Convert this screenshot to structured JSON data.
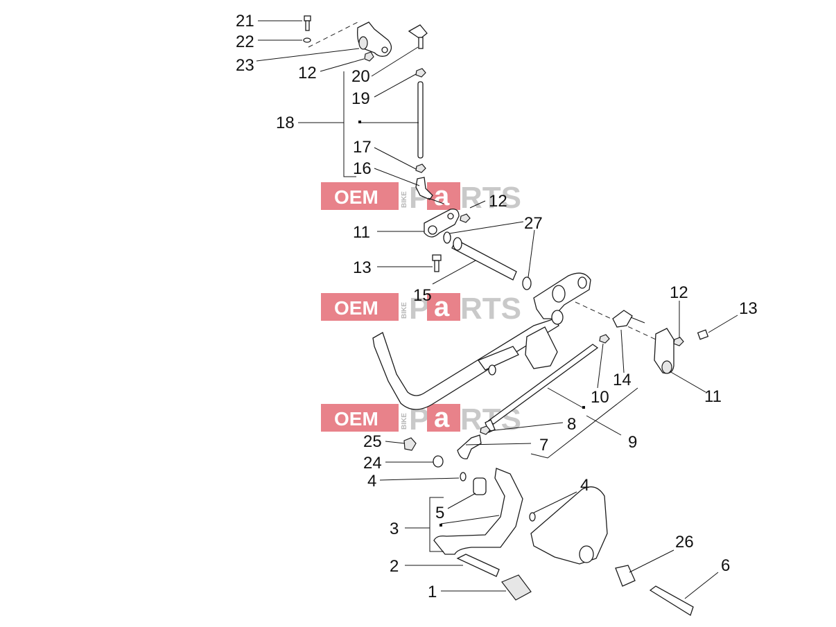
{
  "diagram": {
    "callouts": [
      {
        "key": "c21",
        "text": "21"
      },
      {
        "key": "c22",
        "text": "22"
      },
      {
        "key": "c23",
        "text": "23"
      },
      {
        "key": "c12a",
        "text": "12"
      },
      {
        "key": "c20",
        "text": "20"
      },
      {
        "key": "c19",
        "text": "19"
      },
      {
        "key": "c18",
        "text": "18"
      },
      {
        "key": "c17",
        "text": "17"
      },
      {
        "key": "c16",
        "text": "16"
      },
      {
        "key": "c12b",
        "text": "12"
      },
      {
        "key": "c27",
        "text": "27"
      },
      {
        "key": "c11a",
        "text": "11"
      },
      {
        "key": "c13a",
        "text": "13"
      },
      {
        "key": "c15",
        "text": "15"
      },
      {
        "key": "c12c",
        "text": "12"
      },
      {
        "key": "c13b",
        "text": "13"
      },
      {
        "key": "c14",
        "text": "14"
      },
      {
        "key": "c11b",
        "text": "11"
      },
      {
        "key": "c10",
        "text": "10"
      },
      {
        "key": "c8",
        "text": "8"
      },
      {
        "key": "c9",
        "text": "9"
      },
      {
        "key": "c7",
        "text": "7"
      },
      {
        "key": "c25",
        "text": "25"
      },
      {
        "key": "c24",
        "text": "24"
      },
      {
        "key": "c4a",
        "text": "4"
      },
      {
        "key": "c4b",
        "text": "4"
      },
      {
        "key": "c5",
        "text": "5"
      },
      {
        "key": "c3",
        "text": "3"
      },
      {
        "key": "c26",
        "text": "26"
      },
      {
        "key": "c6",
        "text": "6"
      },
      {
        "key": "c2",
        "text": "2"
      },
      {
        "key": "c1",
        "text": "1"
      }
    ]
  },
  "watermark": {
    "oem": "OEM",
    "bike": "BIKE",
    "parts_prefix": "P",
    "parts_a": "a",
    "parts_suffix": "RTS"
  }
}
